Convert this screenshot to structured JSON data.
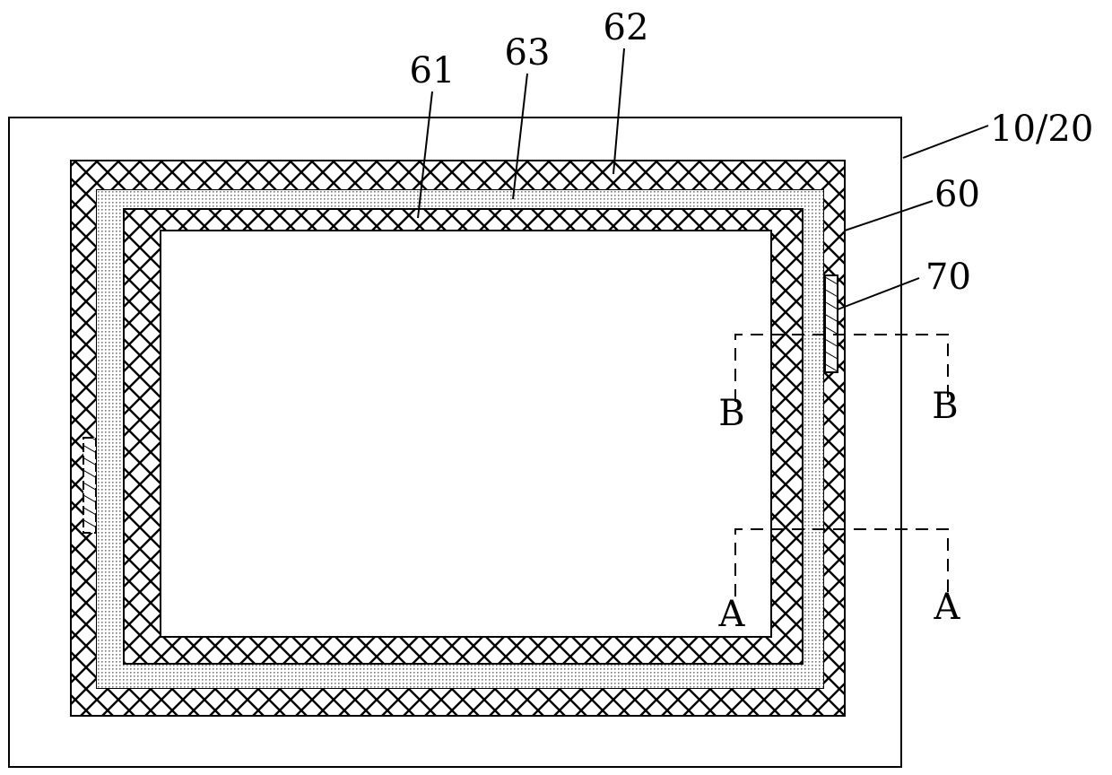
{
  "labels": {
    "substrate": "10/20",
    "seal_structure": "60",
    "inner_ring": "61",
    "outer_ring": "62",
    "middle_ring": "63",
    "pad": "70",
    "section_a_left": "A",
    "section_a_right": "A",
    "section_b_left": "B",
    "section_b_right": "B"
  },
  "colors": {
    "line": "#000000",
    "background": "#ffffff",
    "dot_fill": "#b8b8b8"
  }
}
